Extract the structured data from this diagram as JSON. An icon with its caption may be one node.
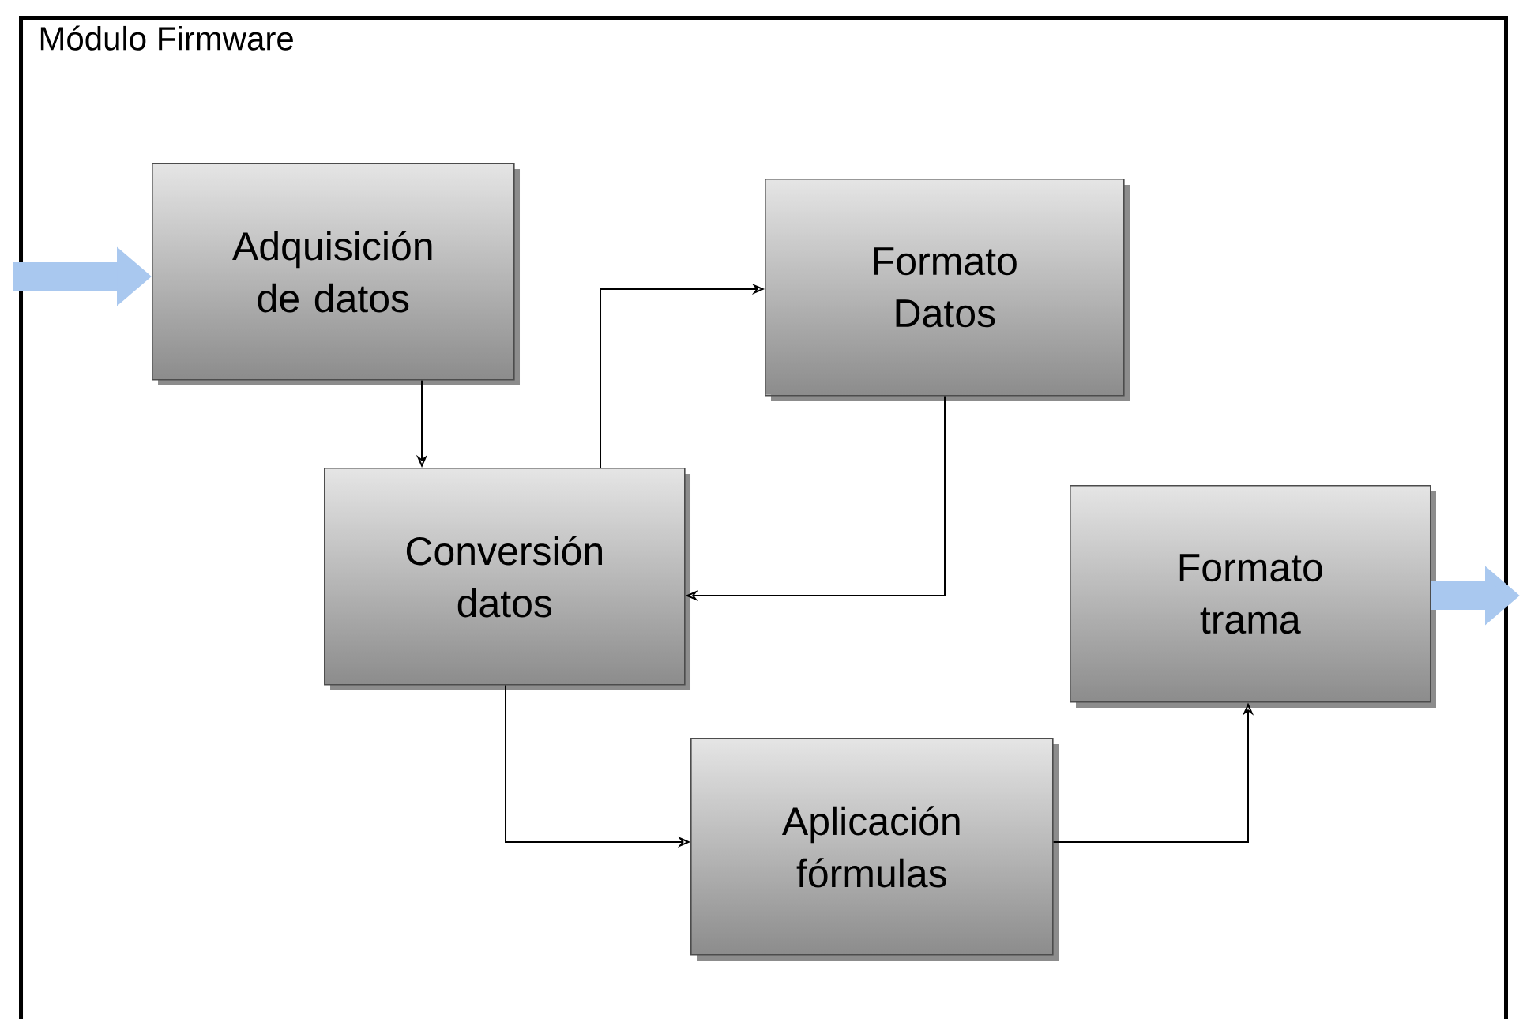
{
  "diagram": {
    "nodes": [
      {
        "text": [
          "Módulo Firmware"
        ]
      },
      {
        "text": [
          "Adquisición de datos"
        ],
        "in": 0
      },
      {
        "text": [
          "Formato Datos"
        ],
        "in": 0
      },
      {
        "text": [
          "Conversión datos"
        ],
        "in": 0
      },
      {
        "text": [
          "Formato trama"
        ],
        "in": 0
      },
      {
        "text": [
          "Aplicación fórmulas"
        ],
        "in": 0
      }
    ],
    "edges": [
      {
        "from": null,
        "to": 1,
        "arrow": "to",
        "style": "thick",
        "color": "#a9c8ef"
      },
      {
        "from": 1,
        "to": 3,
        "arrow": "to"
      },
      {
        "from": 3,
        "to": 2,
        "arrow": "to"
      },
      {
        "from": 2,
        "to": 3,
        "arrow": "to"
      },
      {
        "from": 3,
        "to": 5,
        "arrow": "to"
      },
      {
        "from": 5,
        "to": 4,
        "arrow": "to"
      },
      {
        "from": 4,
        "to": null,
        "arrow": "to",
        "style": "thick",
        "color": "#a9c8ef"
      }
    ]
  }
}
